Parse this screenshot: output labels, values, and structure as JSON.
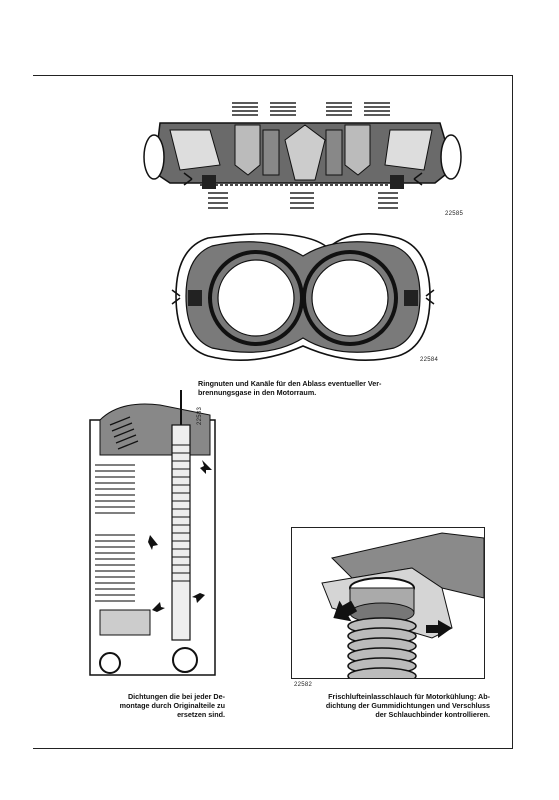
{
  "figures": {
    "fig1_number": "22585",
    "fig2_number": "22584",
    "fig3_number": "22583",
    "fig4_number": "22582"
  },
  "captions": {
    "ring_grooves": "Ringnuten und Kanäle für den Ablass eventueller Ver-\nbrennungsgase in den Motorraum.",
    "gaskets": "Dichtungen die bei jeder De-\nmontage durch Originalteile zu\nersetzen sind.",
    "cooling_hose": "Frischlufteinlasschlauch für Motorkühlung: Ab-\ndichtung der Gummidichtungen und Verschluss\nder Schlauchbinder kontrollieren."
  }
}
